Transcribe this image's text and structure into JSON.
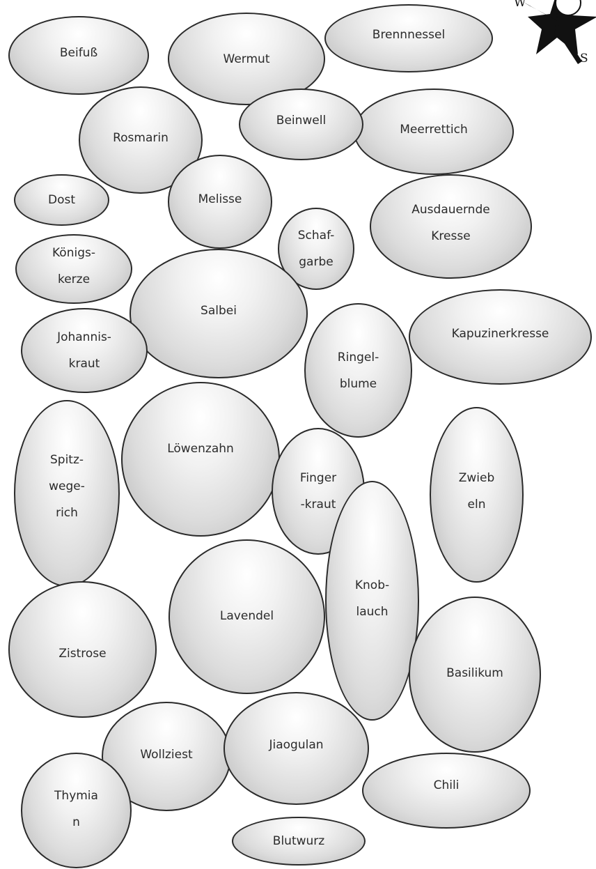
{
  "compass": {
    "west": "W",
    "south": "S"
  },
  "plants": [
    "Beifuß",
    "Wermut",
    "Brennnessel",
    "Rosmarin",
    "Beinwell",
    "Meerrettich",
    "Dost",
    "Melisse",
    "Schaf-\ngarbe",
    "Ausdauernde\nKresse",
    "Königs-\nkerze",
    "Salbei",
    "Johannis-\nkraut",
    "Ringel-\nblume",
    "Kapuzinerkresse",
    "Spitz-\nwege-\nrich",
    "Löwenzahn",
    "Finger\n-kraut",
    "Zwieb\neln",
    "Knob-\nlauch",
    "Lavendel",
    "Zistrose",
    "Basilikum",
    "Wollziest",
    "Jiaogulan",
    "Thymia\nn",
    "Chili",
    "Blutwurz"
  ]
}
